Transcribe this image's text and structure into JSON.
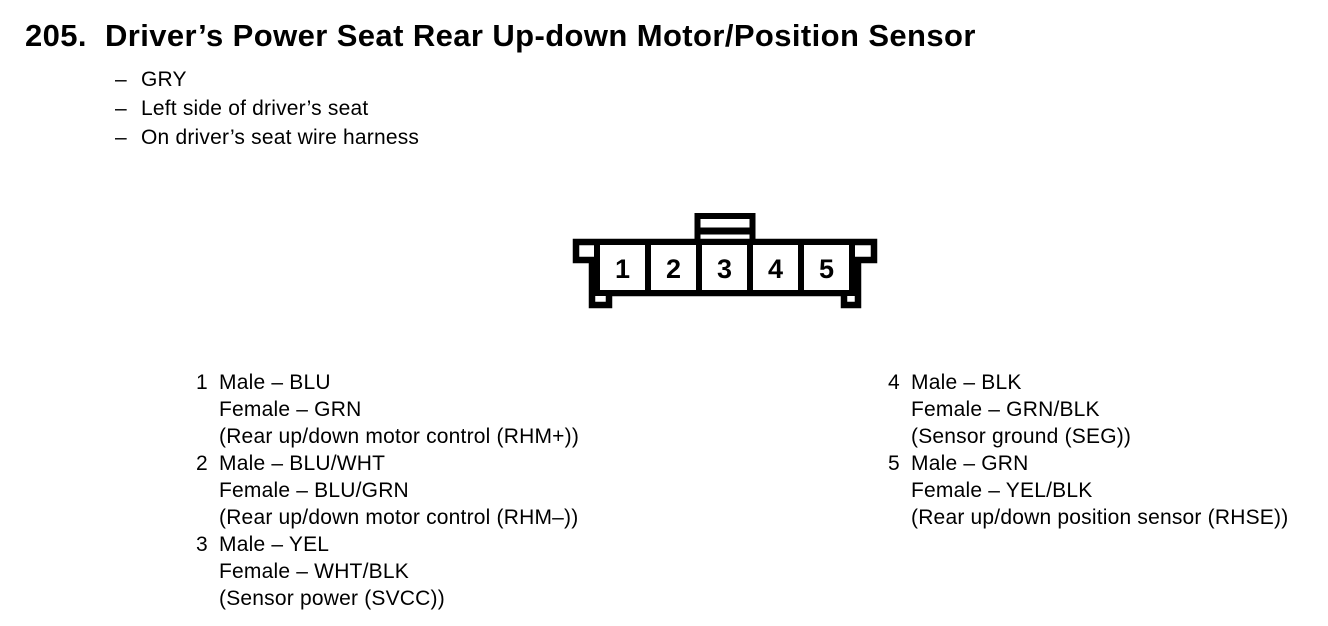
{
  "colors": {
    "ink": "#000000",
    "paper": "#ffffff"
  },
  "header": {
    "section_number": "205.",
    "title": "Driver’s Power Seat Rear Up-down Motor/Position Sensor"
  },
  "notes": {
    "dash": "–",
    "items": [
      "GRY",
      "Left side of driver’s seat",
      "On driver’s seat wire harness"
    ]
  },
  "connector": {
    "description": "5-pin connector, male side view, lock tab on top",
    "pins": [
      "1",
      "2",
      "3",
      "4",
      "5"
    ]
  },
  "pin_details": {
    "left": [
      {
        "pin": "1",
        "male": "Male – BLU",
        "female": "Female – GRN",
        "function": "(Rear up/down motor control (RHM+))"
      },
      {
        "pin": "2",
        "male": "Male – BLU/WHT",
        "female": "Female – BLU/GRN",
        "function": "(Rear up/down motor control (RHM–))"
      },
      {
        "pin": "3",
        "male": "Male – YEL",
        "female": "Female – WHT/BLK",
        "function": "(Sensor power (SVCC))"
      }
    ],
    "right": [
      {
        "pin": "4",
        "male": "Male – BLK",
        "female": "Female – GRN/BLK",
        "function": "(Sensor ground (SEG))"
      },
      {
        "pin": "5",
        "male": "Male – GRN",
        "female": "Female – YEL/BLK",
        "function": "(Rear up/down position sensor (RHSE))"
      }
    ]
  }
}
